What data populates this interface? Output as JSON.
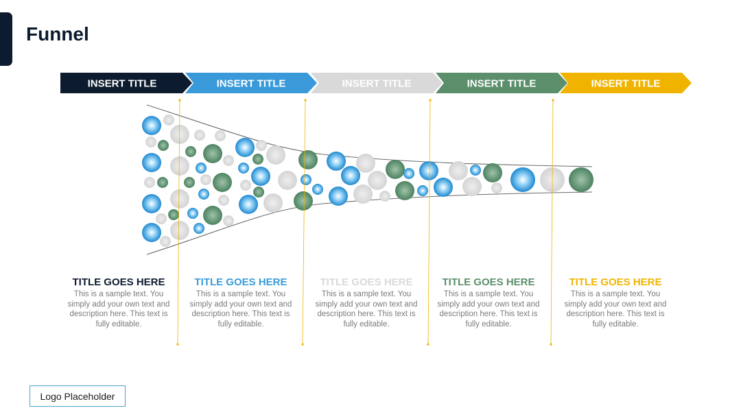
{
  "slide": {
    "title": "Funnel"
  },
  "colors": {
    "navy": "#0d1b2e",
    "blue": "#3a9ad9",
    "gray": "#d9d9d9",
    "green": "#5b8f6b",
    "gold": "#f0b400",
    "guide": "#f0b400"
  },
  "stages": [
    {
      "arrow_label": "INSERT TITLE",
      "color": "#0d1b2e",
      "heading": "TITLE GOES HERE",
      "text": "This is a sample text. You simply add your own text and description here. This text is fully editable."
    },
    {
      "arrow_label": "INSERT TITLE",
      "color": "#3a9ad9",
      "heading": "TITLE GOES HERE",
      "text": "This is a sample text. You simply add your own text and description here. This text is fully editable."
    },
    {
      "arrow_label": "INSERT TITLE",
      "color": "#d9d9d9",
      "heading": "TITLE GOES HERE",
      "text": "This is a sample text. You simply add your own text and description here. This text is fully editable."
    },
    {
      "arrow_label": "INSERT TITLE",
      "color": "#5b8f6b",
      "heading": "TITLE GOES HERE",
      "text": "This is a sample text. You simply add your own text and description here. This text is fully editable."
    },
    {
      "arrow_label": "INSERT TITLE",
      "color": "#f0b400",
      "heading": "TITLE GOES HERE",
      "text": "This is a sample text. You simply add your own text and description here. This text is fully editable."
    }
  ],
  "logo": {
    "label": "Logo Placeholder"
  }
}
